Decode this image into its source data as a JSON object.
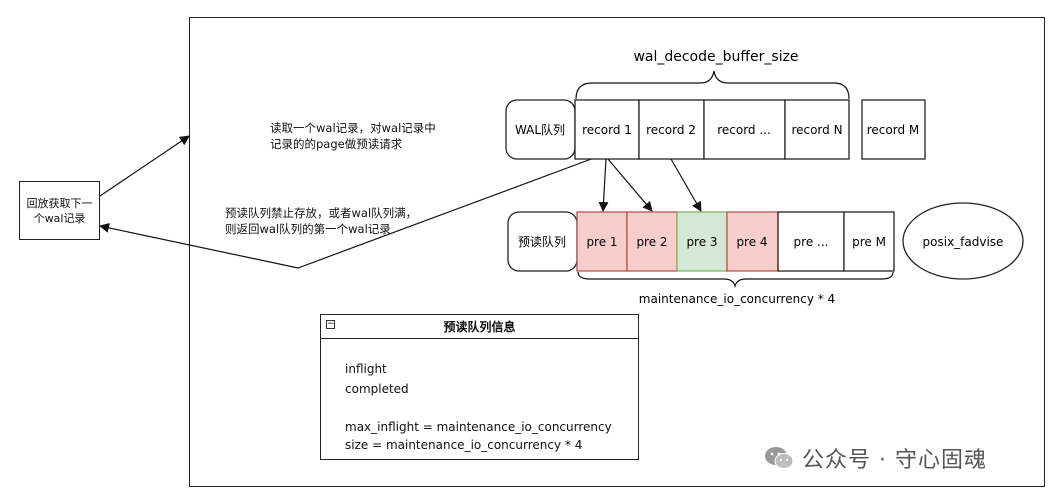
{
  "replay_box": {
    "text": "回放获取下一个wal记录"
  },
  "annotations": {
    "read_wal": [
      "读取一个wal记录，对wal记录中",
      "记录的的page做预读请求"
    ],
    "queue_full": [
      "预读队列禁止存放，或者wal队列满，",
      "则返回wal队列的第一个wal记录"
    ]
  },
  "wal_decode_buffer_label": "wal_decode_buffer_size",
  "wal_queue": {
    "label": "WAL队列",
    "records": [
      "record 1",
      "record 2",
      "record ...",
      "record N"
    ],
    "extra_record": "record M"
  },
  "prefetch_queue": {
    "label": "预读队列",
    "items": [
      {
        "label": "pre 1",
        "status": "inflight"
      },
      {
        "label": "pre 2",
        "status": "inflight"
      },
      {
        "label": "pre 3",
        "status": "completed"
      },
      {
        "label": "pre 4",
        "status": "inflight"
      },
      {
        "label": "pre ...",
        "status": "empty"
      },
      {
        "label": "pre M",
        "status": "empty"
      }
    ],
    "size_label": "maintenance_io_concurrency * 4"
  },
  "posix_fadvise": "posix_fadvise",
  "info_panel": {
    "title": "预读队列信息",
    "collapse_symbol": "−",
    "lines": [
      "inflight",
      "completed"
    ],
    "formulas": [
      "max_inflight = maintenance_io_concurrency",
      "size = maintenance_io_concurrency * 4"
    ]
  },
  "watermark": "公众号 · 守心固魂",
  "colors": {
    "inflight": "#f8cecc",
    "inflight_border": "#b85450",
    "completed": "#d5e8d4",
    "completed_border": "#82b366",
    "stroke": "#222222"
  }
}
